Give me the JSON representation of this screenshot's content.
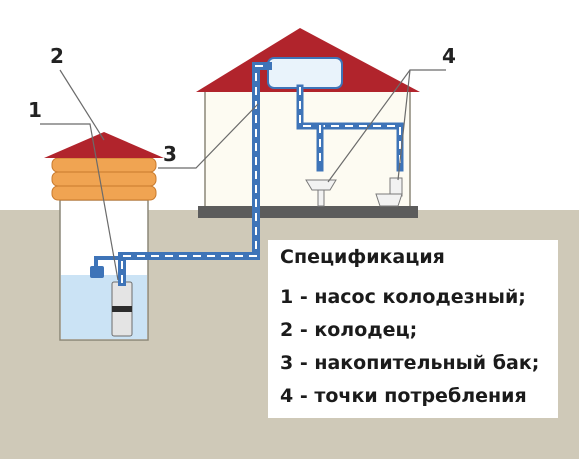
{
  "colors": {
    "ground": "#cfc9b8",
    "roof": "#b1242c",
    "wall_fill": "#fdfbf2",
    "wall_stroke": "#8c8779",
    "well_logs": "#f0a452",
    "water": "#cbe3f5",
    "pipe": "#3e74b8",
    "pipe_dash": "#ffffff",
    "tank": "#e9f3fb"
  },
  "callouts": [
    {
      "label": "1"
    },
    {
      "label": "2"
    },
    {
      "label": "3"
    },
    {
      "label": "4"
    }
  ],
  "spec": {
    "title": "Спецификация",
    "items": [
      "1 - насос колодезный;",
      "2 - колодец;",
      "3 - накопительный бак;",
      "4 - точки потребления"
    ]
  }
}
